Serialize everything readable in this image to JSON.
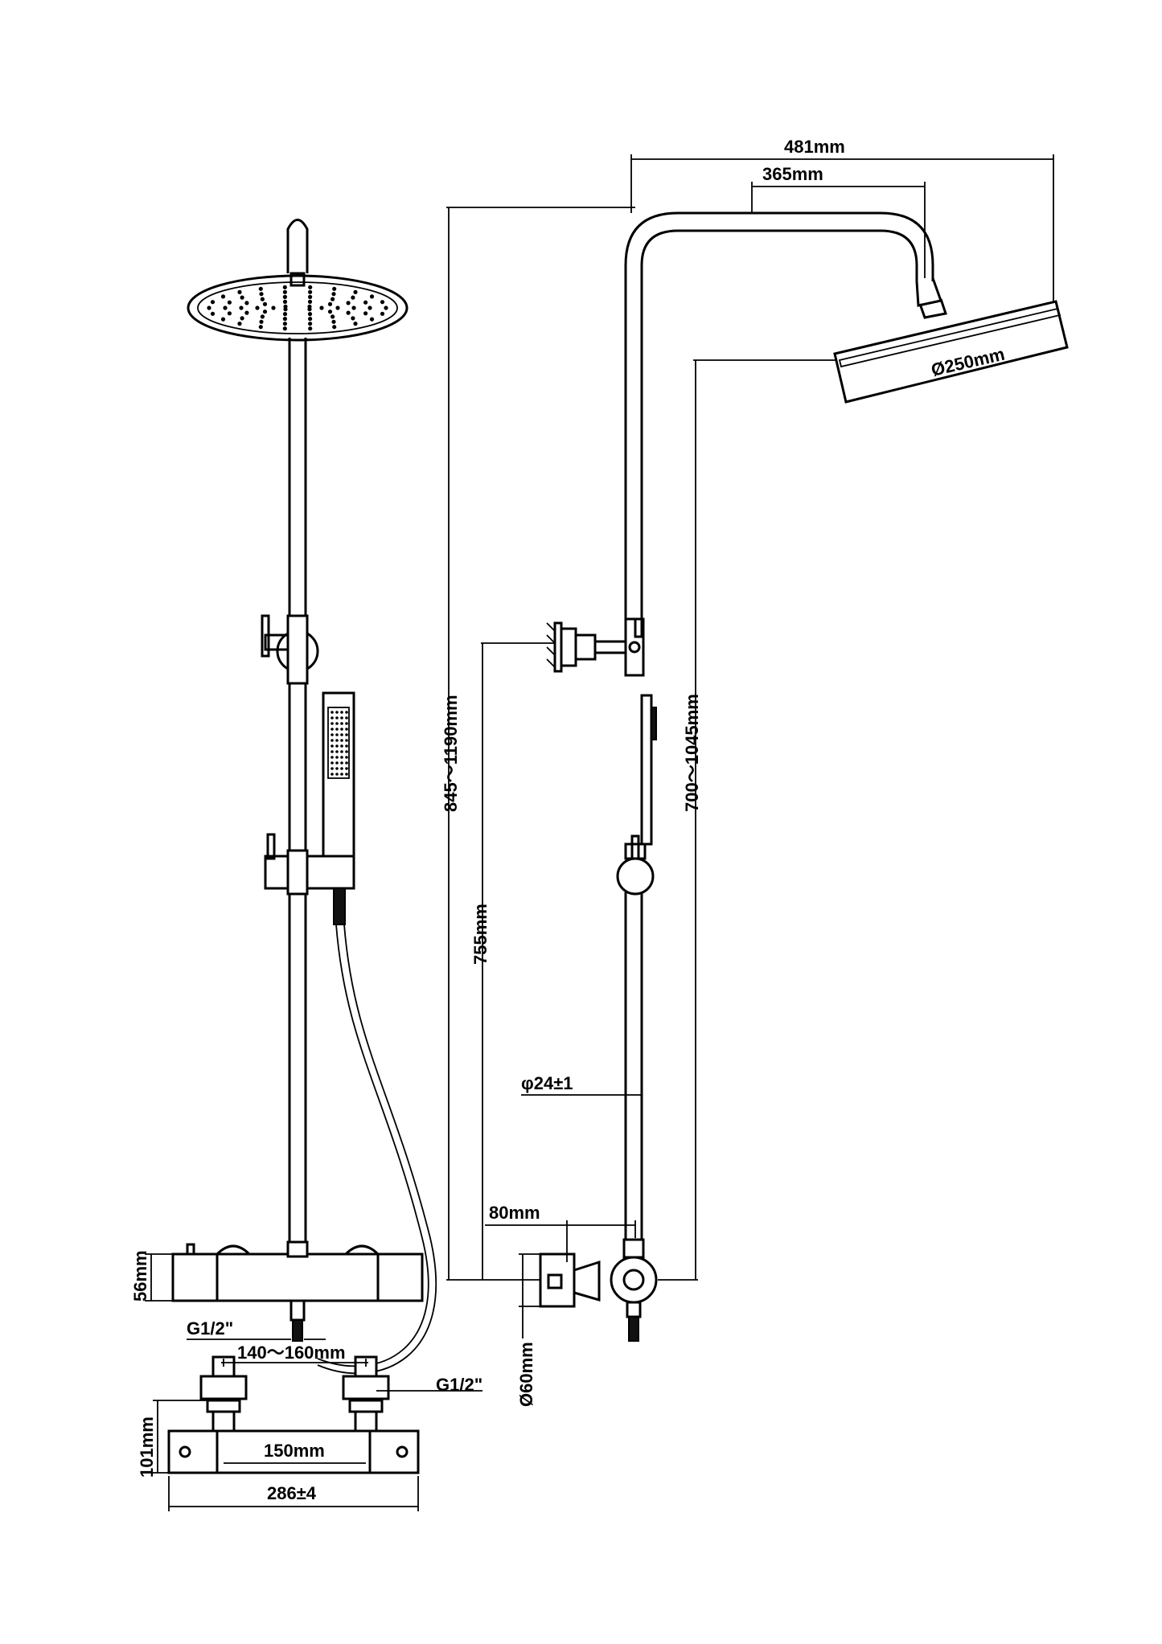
{
  "dimensions": {
    "width_481": "481mm",
    "width_365": "365mm",
    "height_845_1190": "845～1190mm",
    "height_700_1045": "700～1045mm",
    "head_diameter": "Ø250mm",
    "height_755": "755mm",
    "pipe_diameter": "φ24±1",
    "offset_80": "80mm",
    "body_height_56": "56mm",
    "inlet_g12_front": "G1/2\"",
    "inlet_g12_bottom": "G1/2\"",
    "outlet_diameter": "Ø60mm",
    "centers_140_160": "140～160mm",
    "depth_101": "101mm",
    "centers_150": "150mm",
    "body_width": "286±4"
  }
}
